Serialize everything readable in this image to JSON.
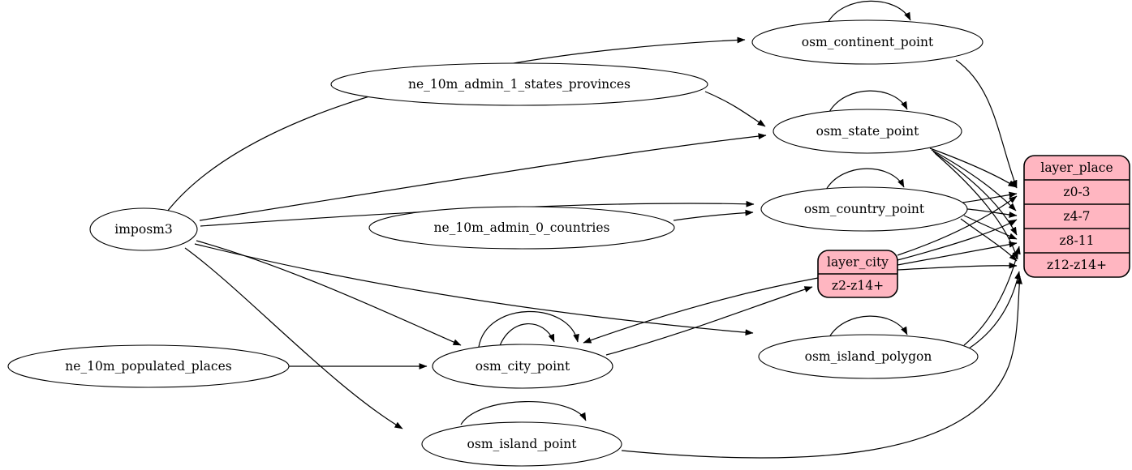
{
  "diagram": {
    "title": "place layer ETL diagram",
    "background_color": "#ffffff",
    "node_fill_color": "#ffffff",
    "record_fill_color": "#ffb6c1",
    "stroke_color": "#000000",
    "nodes": [
      {
        "id": "imposm3",
        "label": "imposm3",
        "shape": "ellipse"
      },
      {
        "id": "ne_10m_admin_1_states_provinces",
        "label": "ne_10m_admin_1_states_provinces",
        "shape": "ellipse"
      },
      {
        "id": "ne_10m_admin_0_countries",
        "label": "ne_10m_admin_0_countries",
        "shape": "ellipse"
      },
      {
        "id": "ne_10m_populated_places",
        "label": "ne_10m_populated_places",
        "shape": "ellipse"
      },
      {
        "id": "osm_continent_point",
        "label": "osm_continent_point",
        "shape": "ellipse"
      },
      {
        "id": "osm_state_point",
        "label": "osm_state_point",
        "shape": "ellipse"
      },
      {
        "id": "osm_country_point",
        "label": "osm_country_point",
        "shape": "ellipse"
      },
      {
        "id": "osm_city_point",
        "label": "osm_city_point",
        "shape": "ellipse"
      },
      {
        "id": "osm_island_polygon",
        "label": "osm_island_polygon",
        "shape": "ellipse"
      },
      {
        "id": "osm_island_point",
        "label": "osm_island_point",
        "shape": "ellipse"
      }
    ],
    "records": [
      {
        "id": "layer_place",
        "title": "layer_place",
        "rows": [
          "z0-3",
          "z4-7",
          "z8-11",
          "z12-z14+"
        ]
      },
      {
        "id": "layer_city",
        "title": "layer_city",
        "rows": [
          "z2-z14+"
        ]
      }
    ],
    "edges": [
      {
        "from": "imposm3",
        "to": "osm_continent_point"
      },
      {
        "from": "imposm3",
        "to": "osm_state_point"
      },
      {
        "from": "imposm3",
        "to": "osm_country_point"
      },
      {
        "from": "imposm3",
        "to": "osm_city_point"
      },
      {
        "from": "imposm3",
        "to": "osm_island_polygon"
      },
      {
        "from": "imposm3",
        "to": "osm_island_point"
      },
      {
        "from": "ne_10m_admin_1_states_provinces",
        "to": "osm_state_point"
      },
      {
        "from": "ne_10m_admin_0_countries",
        "to": "osm_country_point"
      },
      {
        "from": "ne_10m_populated_places",
        "to": "osm_city_point"
      },
      {
        "from": "osm_city_point",
        "to": "layer_city.z2-z14+"
      },
      {
        "from": "layer_city",
        "to": "osm_city_point"
      },
      {
        "from": "osm_continent_point",
        "to": "layer_place.z0-3"
      },
      {
        "from": "osm_state_point",
        "to": "layer_place.z0-3"
      },
      {
        "from": "osm_state_point",
        "to": "layer_place.z4-7"
      },
      {
        "from": "osm_state_point",
        "to": "layer_place.z8-11"
      },
      {
        "from": "osm_state_point",
        "to": "layer_place.z12-z14+"
      },
      {
        "from": "osm_country_point",
        "to": "layer_place.z0-3"
      },
      {
        "from": "osm_country_point",
        "to": "layer_place.z4-7"
      },
      {
        "from": "osm_country_point",
        "to": "layer_place.z8-11"
      },
      {
        "from": "osm_country_point",
        "to": "layer_place.z12-z14+"
      },
      {
        "from": "layer_city",
        "to": "layer_place.z0-3"
      },
      {
        "from": "layer_city",
        "to": "layer_place.z4-7"
      },
      {
        "from": "layer_city",
        "to": "layer_place.z8-11"
      },
      {
        "from": "layer_city",
        "to": "layer_place.z12-z14+"
      },
      {
        "from": "osm_island_polygon",
        "to": "layer_place.z8-11"
      },
      {
        "from": "osm_island_polygon",
        "to": "layer_place.z12-z14+"
      },
      {
        "from": "osm_island_point",
        "to": "layer_place.z12-z14+"
      }
    ],
    "self_loops": [
      "osm_continent_point",
      "osm_state_point",
      "osm_country_point",
      "osm_city_point",
      "osm_city_point",
      "osm_island_polygon",
      "osm_island_point"
    ]
  }
}
